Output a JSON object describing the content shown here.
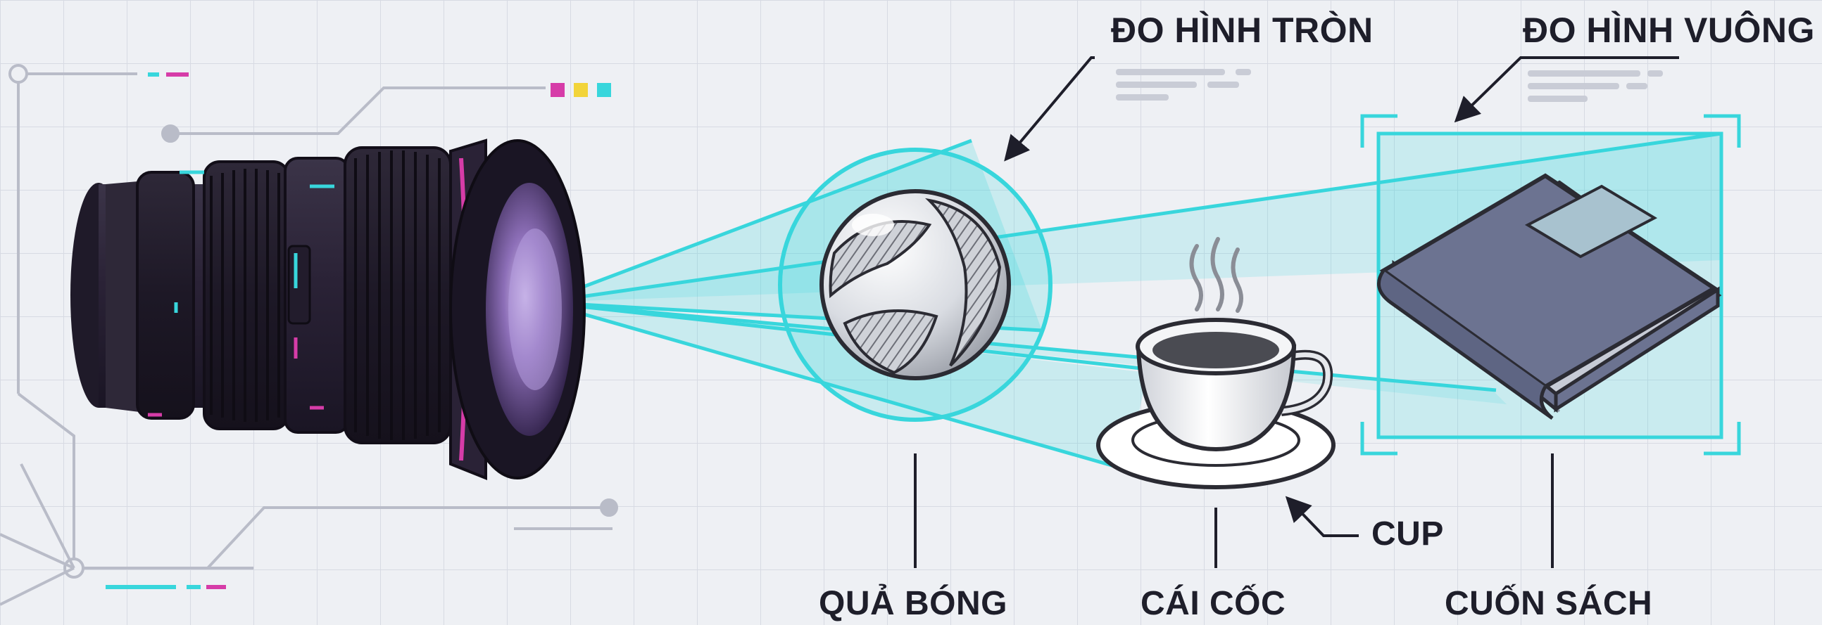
{
  "labels": {
    "circle_measure": "ĐO HÌNH TRÒN",
    "square_measure": "ĐO HÌNH VUÔNG",
    "ball": "QUẢ BÓNG",
    "cup_vi": "CÁI CỐC",
    "cup_en": "CUP",
    "book": "CUỐN SÁCH"
  },
  "colors": {
    "background": "#eef0f4",
    "grid": "#d7dae3",
    "accent_cyan": "#38d6dc",
    "accent_magenta": "#d63ca8",
    "accent_yellow": "#f2d43a",
    "lens_body": "#2a2236",
    "ink": "#1e1e2a"
  },
  "icons": [
    "camera-lens-icon",
    "ball-icon",
    "coffee-cup-icon",
    "book-icon"
  ]
}
